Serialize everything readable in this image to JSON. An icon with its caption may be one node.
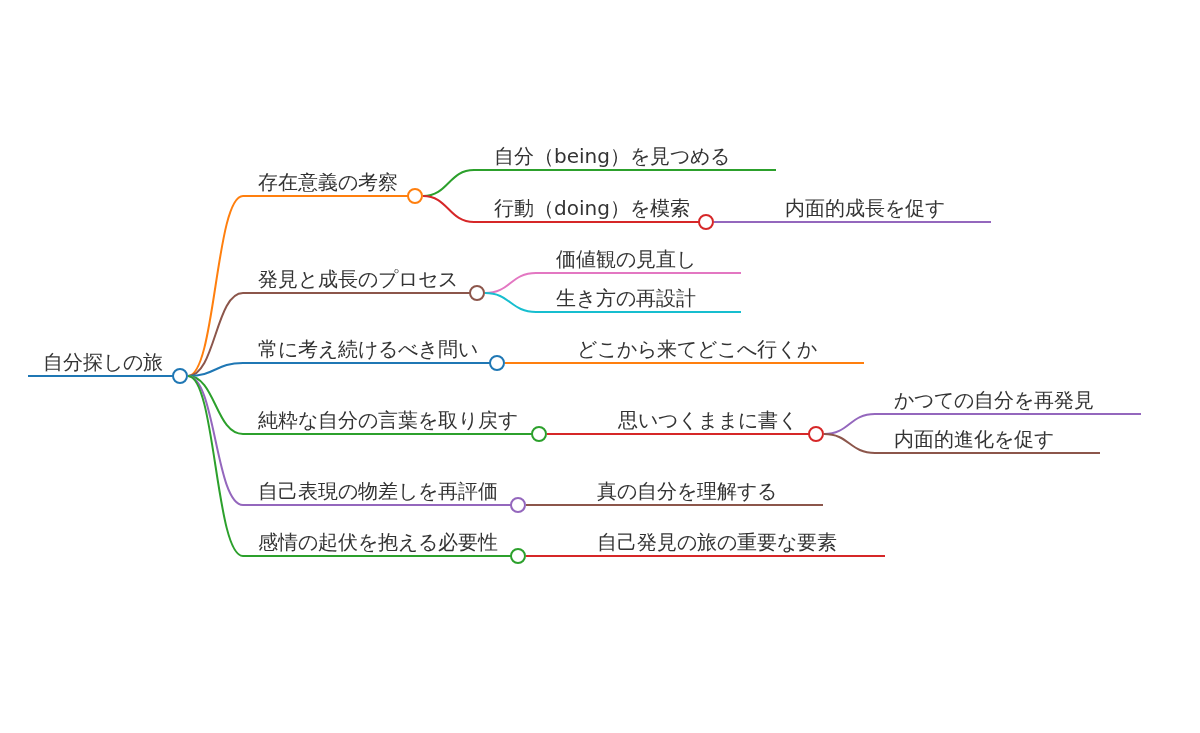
{
  "diagram": {
    "nodes": [
      {
        "text": [
          "自分探しの旅"
        ]
      },
      {
        "text": [
          "存在意義の考察"
        ]
      },
      {
        "text": [
          "自分（being）を見つめる"
        ]
      },
      {
        "text": [
          "行動（doing）を模索"
        ]
      },
      {
        "text": [
          "内面的成長を促す"
        ]
      },
      {
        "text": [
          "発見と成長のプロセス"
        ]
      },
      {
        "text": [
          "価値観の見直し"
        ]
      },
      {
        "text": [
          "生き方の再設計"
        ]
      },
      {
        "text": [
          "常に考え続けるべき問い"
        ]
      },
      {
        "text": [
          "どこから来てどこへ行くか"
        ]
      },
      {
        "text": [
          "純粋な自分の言葉を取り戻す"
        ]
      },
      {
        "text": [
          "思いつくままに書く"
        ]
      },
      {
        "text": [
          "かつての自分を再発見"
        ]
      },
      {
        "text": [
          "内面的進化を促す"
        ]
      },
      {
        "text": [
          "自己表現の物差しを再評価"
        ]
      },
      {
        "text": [
          "真の自分を理解する"
        ]
      },
      {
        "text": [
          "感情の起伏を抱える必要性"
        ]
      },
      {
        "text": [
          "自己発見の旅の重要な要素"
        ]
      }
    ],
    "edges": [
      {
        "from": 0,
        "to": 1,
        "arrow": "none",
        "color": "#ff7f0e"
      },
      {
        "from": 1,
        "to": 2,
        "arrow": "none",
        "color": "#2ca02c"
      },
      {
        "from": 1,
        "to": 3,
        "arrow": "none",
        "color": "#d62728"
      },
      {
        "from": 3,
        "to": 4,
        "arrow": "none",
        "color": "#9467bd"
      },
      {
        "from": 0,
        "to": 5,
        "arrow": "none",
        "color": "#8c564b"
      },
      {
        "from": 5,
        "to": 6,
        "arrow": "none",
        "color": "#e377c2"
      },
      {
        "from": 5,
        "to": 7,
        "arrow": "none",
        "color": "#17becf"
      },
      {
        "from": 0,
        "to": 8,
        "arrow": "none",
        "color": "#1f77b4"
      },
      {
        "from": 8,
        "to": 9,
        "arrow": "none",
        "color": "#ff7f0e"
      },
      {
        "from": 0,
        "to": 10,
        "arrow": "none",
        "color": "#2ca02c"
      },
      {
        "from": 10,
        "to": 11,
        "arrow": "none",
        "color": "#d62728"
      },
      {
        "from": 11,
        "to": 12,
        "arrow": "none",
        "color": "#9467bd"
      },
      {
        "from": 11,
        "to": 13,
        "arrow": "none",
        "color": "#8c564b"
      },
      {
        "from": 0,
        "to": 14,
        "arrow": "none",
        "color": "#9467bd"
      },
      {
        "from": 14,
        "to": 15,
        "arrow": "none",
        "color": "#8c564b"
      },
      {
        "from": 0,
        "to": 16,
        "arrow": "none",
        "color": "#2ca02c"
      },
      {
        "from": 16,
        "to": 17,
        "arrow": "none",
        "color": "#d62728"
      }
    ]
  }
}
